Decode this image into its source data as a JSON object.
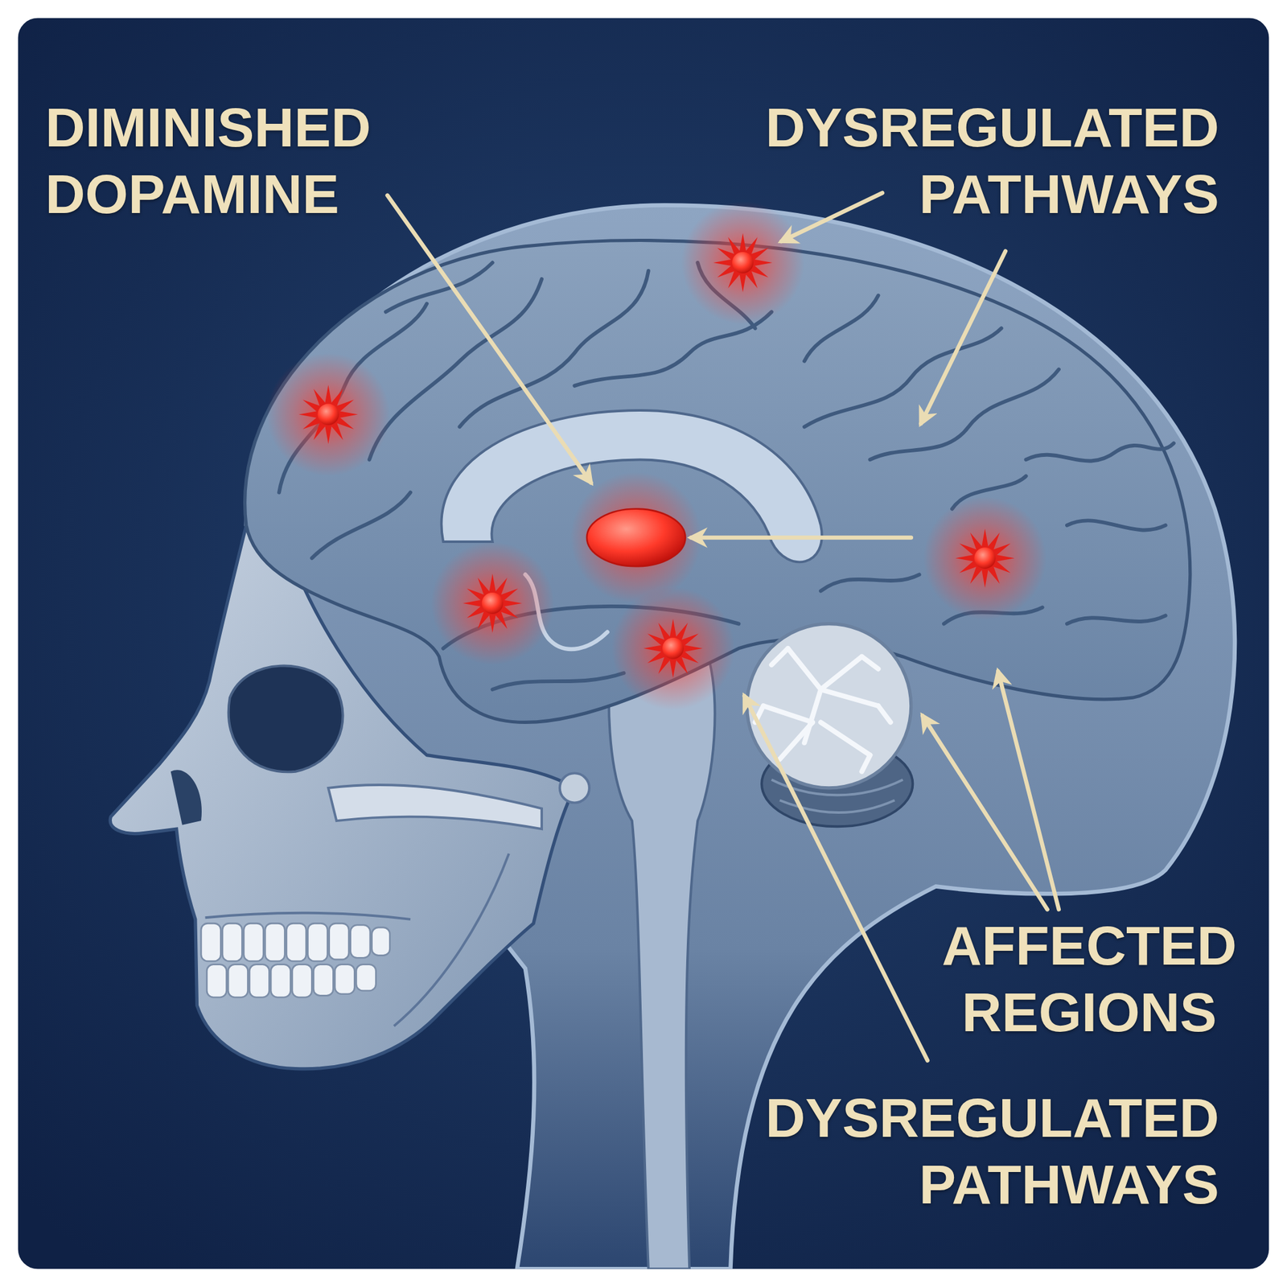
{
  "diagram": {
    "labels": [
      "DIMINISHED DOPAMINE",
      "DYSREGULATED PATHWAYS",
      "AFFECTED REGIONS",
      "DYSREGULATED PATHWAYS"
    ]
  }
}
